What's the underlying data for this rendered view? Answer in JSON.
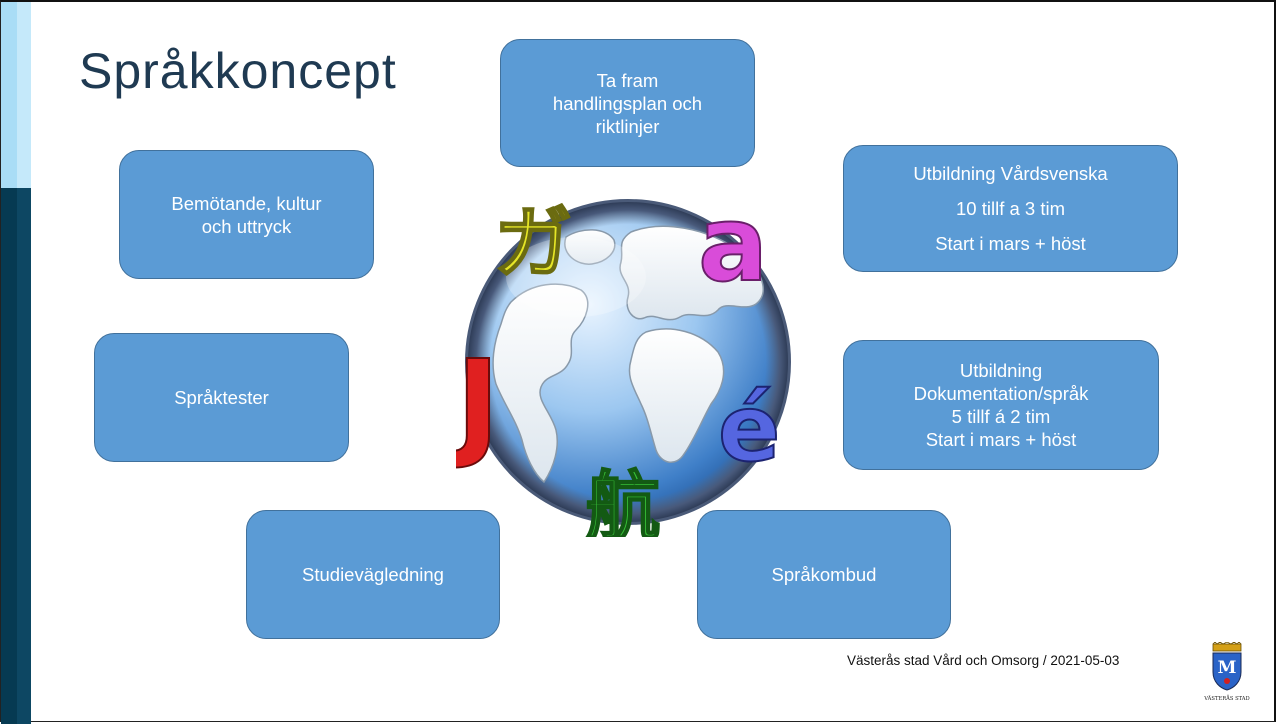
{
  "title": "Språkkoncept",
  "boxes": {
    "handlingsplan": [
      "Ta fram",
      "handlingsplan och",
      "riktlinjer"
    ],
    "bemotande": [
      "Bemötande, kultur",
      "och uttryck"
    ],
    "vardsvenska": [
      "Utbildning Vårdsvenska",
      "10 tillf a 3 tim",
      "Start i mars + höst"
    ],
    "spraktester": "Språktester",
    "dokumentation": [
      "Utbildning",
      "Dokumentation/språk",
      "5 tillf á 2 tim",
      "Start i mars + höst"
    ],
    "studievagledning": "Studievägledning",
    "sprakombud": "Språkombud"
  },
  "globe_glyphs": [
    "ガ",
    "a",
    "J",
    "é",
    "航"
  ],
  "footer": "Västerås stad Vård och Omsorg / 2021-05-03",
  "logo_text": "VÄSTERÅS STAD",
  "colors": {
    "box_fill": "#5b9bd5",
    "box_border": "#41719c",
    "title": "#1f3a52",
    "sidebar_light": "#a9ddf6",
    "sidebar_dark": "#063a52"
  }
}
